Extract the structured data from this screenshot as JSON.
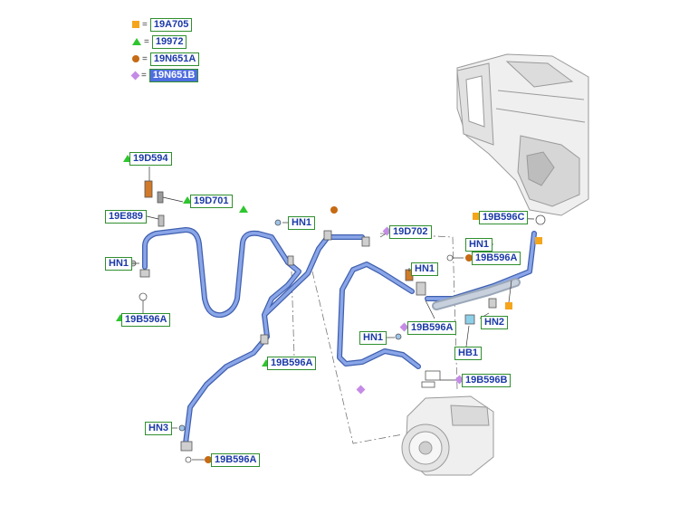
{
  "legend": [
    {
      "symbol": "orange-square",
      "label": "19A705",
      "color": "#f5a51b"
    },
    {
      "symbol": "green-triangle",
      "label": "19972",
      "color": "#2fc52f"
    },
    {
      "symbol": "brown-circle",
      "label": "19N651A",
      "color": "#c66a14"
    },
    {
      "symbol": "purple-diamond",
      "label": "19N651B",
      "color": "#c58be6"
    }
  ],
  "legend_equals": "=",
  "callouts": {
    "c01": "19D594",
    "c02": "19D701",
    "c03": "19E889",
    "c04": "HN1",
    "c05": "HN1",
    "c06": "19B596A",
    "c07": "19D702",
    "c08": "HN1",
    "c09": "19B596C",
    "c10": "HN1",
    "c11": "19B596A",
    "c12": "HN2",
    "c13": "19B596A",
    "c14": "HB1",
    "c15": "HN1",
    "c16": "19B596A",
    "c17": "19B596B",
    "c18": "HN3",
    "c19": "19B596A"
  },
  "colors": {
    "hose": "#6f8fd6",
    "hose_edge": "#3f5fae",
    "label_text": "#1b3aa8",
    "label_border": "#2f8f2f",
    "part_gray": "#d9d9d9"
  }
}
